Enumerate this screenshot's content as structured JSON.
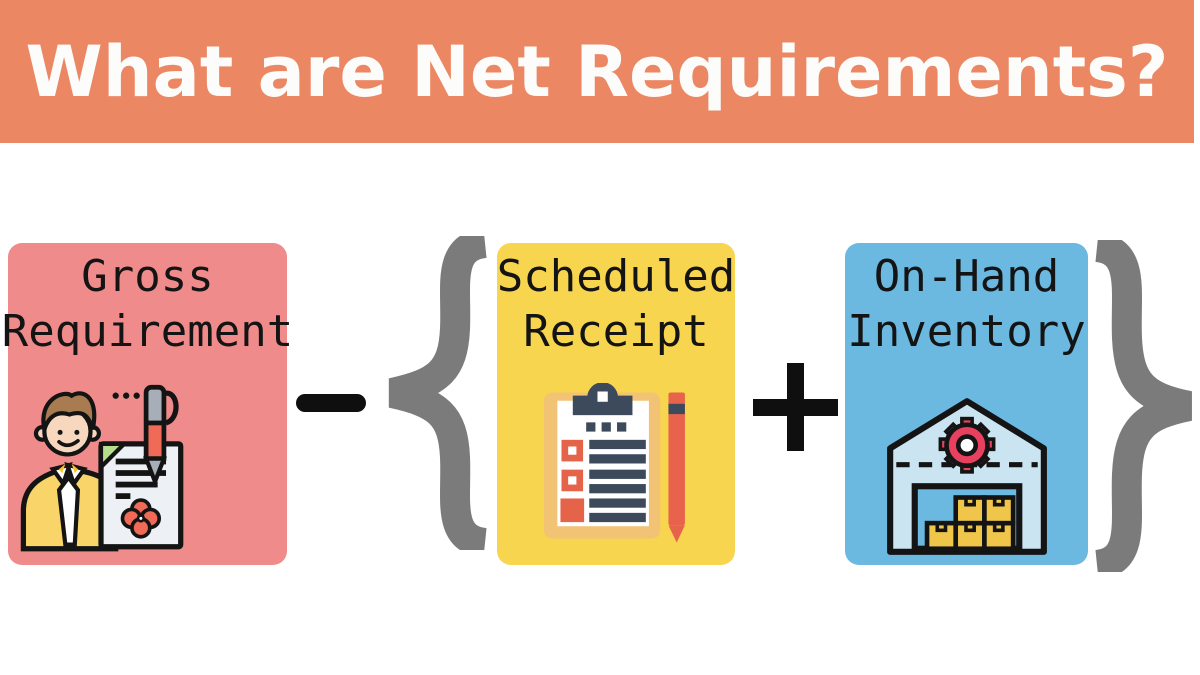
{
  "header": {
    "title": "What are Net Requirements?",
    "bg_color": "#EC8764",
    "text_color": "#FCFCFA"
  },
  "formula": {
    "structure": "gross_requirement - { scheduled_receipt + on_hand_inventory }",
    "terms": [
      {
        "id": "gross-requirement",
        "label_lines": [
          "Gross",
          "Requirement"
        ],
        "box_color": "#F08B8B",
        "icon": "person-signing-document-icon"
      },
      {
        "id": "scheduled-receipt",
        "label_lines": [
          "Scheduled",
          "Receipt"
        ],
        "box_color": "#F8D54E",
        "icon": "clipboard-checklist-icon"
      },
      {
        "id": "on-hand-inventory",
        "label_lines": [
          "On-Hand",
          "Inventory"
        ],
        "box_color": "#6BB9E0",
        "icon": "warehouse-boxes-icon"
      }
    ],
    "operators": [
      {
        "symbol": "-",
        "color": "#0f0f0f"
      },
      {
        "symbol": "+",
        "color": "#0f0f0f"
      }
    ],
    "brace_color": "#7B7B7B",
    "text_color": "#141414"
  }
}
